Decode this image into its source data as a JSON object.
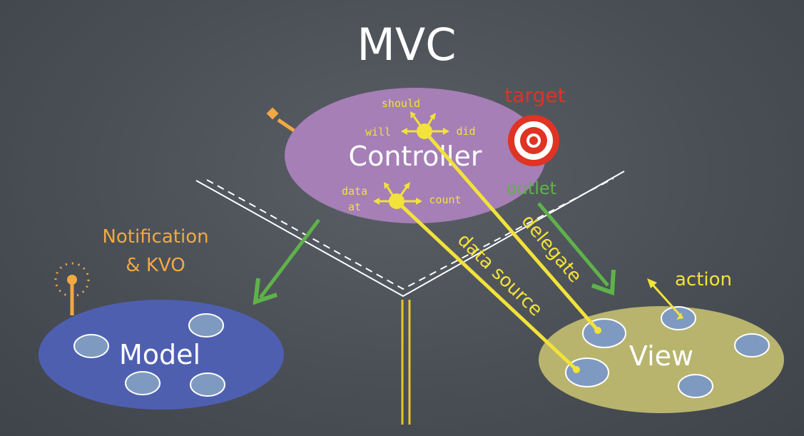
{
  "title": "MVC",
  "controller": {
    "label": "Controller",
    "should": "should",
    "will": "will",
    "did": "did",
    "data_at": "data",
    "at": "at",
    "count": "count"
  },
  "model": {
    "label": "Model"
  },
  "view": {
    "label": "View"
  },
  "labels": {
    "target": "target",
    "outlet": "outlet",
    "delegate": "delegate",
    "data_source": "data source",
    "action": "action",
    "notification": "Notification",
    "kvo": "& KVO"
  },
  "colors": {
    "background": "#4a4f56",
    "controller": "#a57fb6",
    "model": "#4f5fb0",
    "view": "#b8b46e",
    "accent_yellow": "#f2e23a",
    "notification_orange": "#f1a943",
    "outlet_green": "#5fb24a",
    "target_red": "#e03324"
  }
}
